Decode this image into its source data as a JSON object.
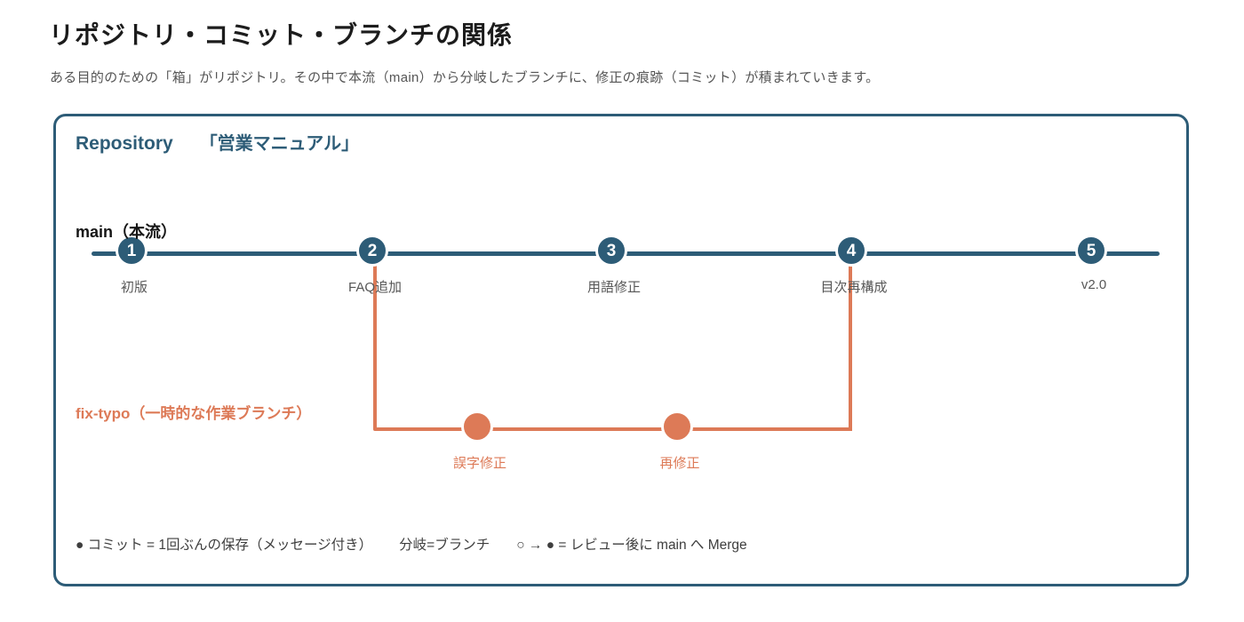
{
  "page": {
    "title": "リポジトリ・コミット・ブランチの関係",
    "subtitle": "ある目的のための「箱」がリポジトリ。その中で本流（main）から分岐したブランチに、修正の痕跡（コミット）が積まれていきます。"
  },
  "colors": {
    "timeline": "#2d5c77",
    "branch": "#dd7a57"
  },
  "repository": {
    "label": "Repository",
    "name": "「営業マニュアル」"
  },
  "main_branch": {
    "label": "main（本流）",
    "commits": [
      {
        "number": "1",
        "label": "初版"
      },
      {
        "number": "2",
        "label": "FAQ追加"
      },
      {
        "number": "3",
        "label": "用語修正"
      },
      {
        "number": "4",
        "label": "目次再構成"
      },
      {
        "number": "5",
        "label": "v2.0"
      }
    ]
  },
  "feature_branch": {
    "label": "fix-typo（一時的な作業ブランチ）",
    "commits": [
      {
        "label": "誤字修正"
      },
      {
        "label": "再修正"
      }
    ]
  },
  "legend": {
    "commit": "● コミット = 1回ぶんの保存（メッセージ付き）",
    "branch": "分岐=ブランチ",
    "merge": "○ → ● = レビュー後に main へ Merge"
  }
}
